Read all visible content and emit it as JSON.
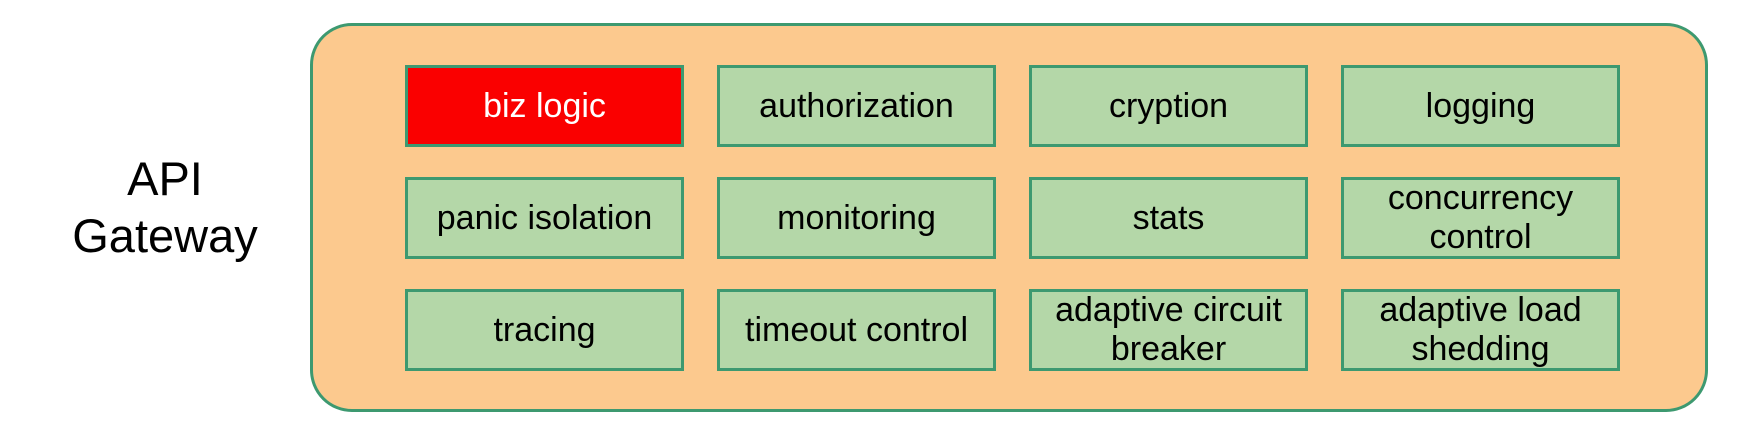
{
  "diagram": {
    "side_label": "API\nGateway",
    "container": {
      "name": "api-gateway-container",
      "fill_color": "#fcc98e",
      "border_color": "#3d9970"
    },
    "cell_colors": {
      "default_fill": "#b4d7a8",
      "default_text": "#000000",
      "border": "#3d9970",
      "highlight_fill": "#fa0000",
      "highlight_text": "#ffffff"
    },
    "cells": [
      {
        "label": "biz logic",
        "highlight": true
      },
      {
        "label": "authorization",
        "highlight": false
      },
      {
        "label": "cryption",
        "highlight": false
      },
      {
        "label": "logging",
        "highlight": false
      },
      {
        "label": "panic isolation",
        "highlight": false
      },
      {
        "label": "monitoring",
        "highlight": false
      },
      {
        "label": "stats",
        "highlight": false
      },
      {
        "label": "concurrency\ncontrol",
        "highlight": false
      },
      {
        "label": "tracing",
        "highlight": false
      },
      {
        "label": "timeout control",
        "highlight": false
      },
      {
        "label": "adaptive circuit\nbreaker",
        "highlight": false
      },
      {
        "label": "adaptive load\nshedding",
        "highlight": false
      }
    ]
  }
}
